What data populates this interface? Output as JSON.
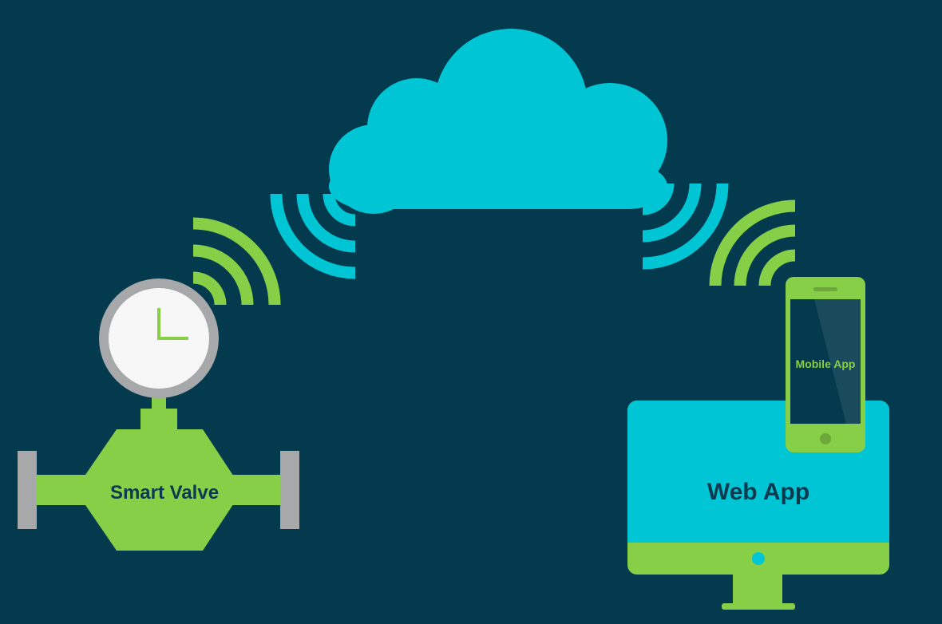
{
  "nodes": {
    "valve": {
      "label": "Smart Valve"
    },
    "mobile": {
      "label": "Mobile App"
    },
    "web": {
      "label": "Web App"
    }
  },
  "colors": {
    "background": "#033a4e",
    "cloud": "#00c5d4",
    "green": "#86cf47",
    "gray": "#a7a8aa",
    "white": "#f6f7f6",
    "text_dark": "#0b3a4f"
  }
}
